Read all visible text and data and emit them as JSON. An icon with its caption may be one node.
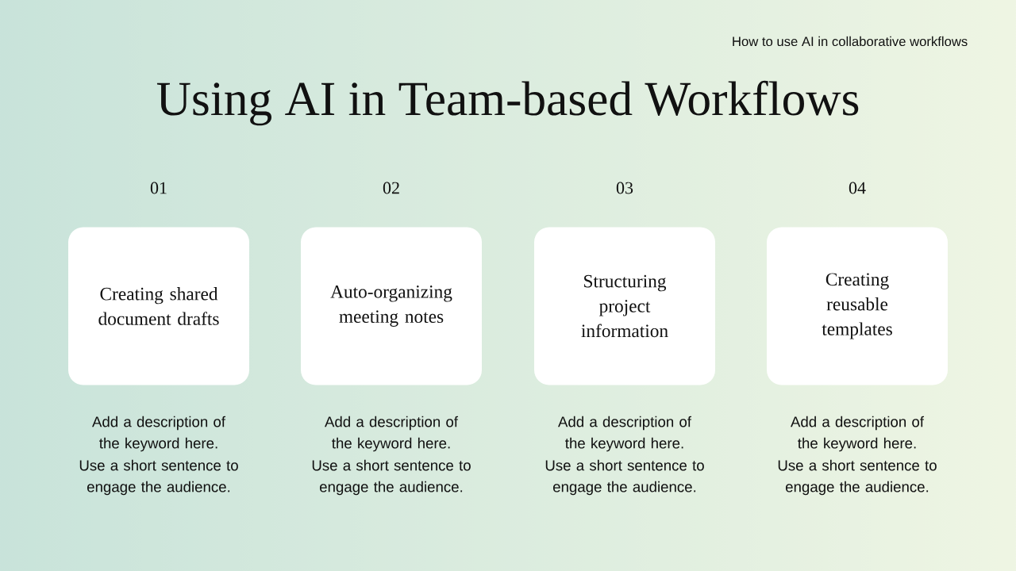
{
  "diagram": {
    "title": "Using AI in Team-based Workflows",
    "nodes": [
      {
        "text": [
          "01",
          "Creating shared document drafts"
        ],
        "beside": [
          "Add a description of the keyword here.",
          "Use a short sentence to engage the audience."
        ]
      },
      {
        "text": [
          "02",
          "Auto-organizing meeting notes"
        ],
        "beside": [
          "Add a description of the keyword here.",
          "Use a short sentence to engage the audience."
        ]
      },
      {
        "text": [
          "03",
          "Structuring project information"
        ],
        "beside": [
          "Add a description of the keyword here.",
          "Use a short sentence to engage the audience."
        ]
      },
      {
        "text": [
          "04",
          "Creating reusable templates"
        ],
        "beside": [
          "Add a description of the keyword here.",
          "Use a short sentence to engage the audience."
        ]
      }
    ],
    "labels": [
      "How to use AI in collaborative workflows"
    ]
  }
}
